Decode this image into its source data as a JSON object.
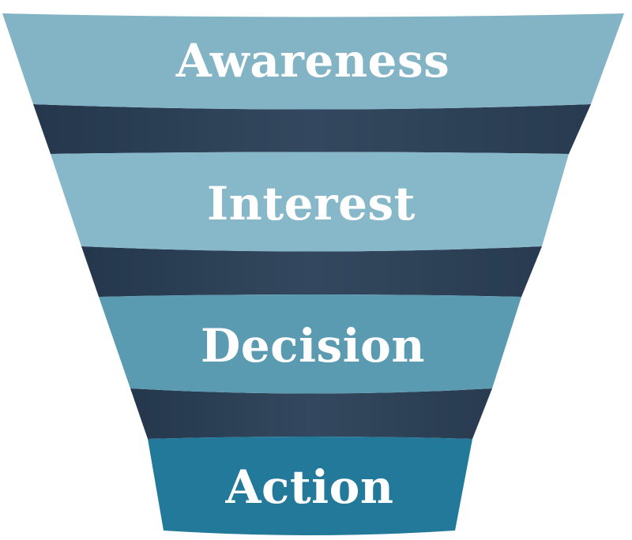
{
  "funnel": {
    "stages": [
      {
        "label": "Awareness",
        "color": "#82b4c6"
      },
      {
        "label": "Interest",
        "color": "#86b8ca"
      },
      {
        "label": "Decision",
        "color": "#5b9bb2"
      },
      {
        "label": "Action",
        "color": "#23799a"
      }
    ],
    "connector_color": "#2e4157",
    "label_color": "#ffffff"
  }
}
